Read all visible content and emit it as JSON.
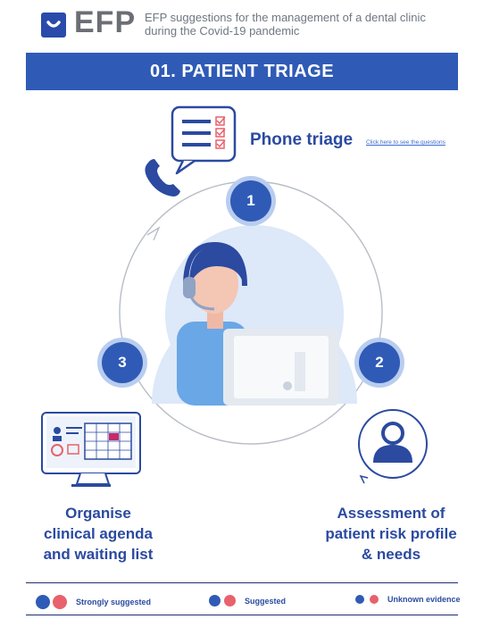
{
  "header": {
    "logo_text": "EFP",
    "subtitle_line1": "EFP suggestions for the management of a dental clinic",
    "subtitle_line2": "during the Covid-19 pandemic"
  },
  "section": {
    "title": "01. PATIENT TRIAGE"
  },
  "steps": [
    {
      "number": "1",
      "title": "Phone triage",
      "link_text": "Click here to see the questions"
    },
    {
      "number": "2",
      "title_lines": [
        "Assessment of",
        "patient risk profile",
        "& needs"
      ]
    },
    {
      "number": "3",
      "title_lines": [
        "Organise",
        "clinical agenda",
        "and waiting list"
      ]
    }
  ],
  "legend": [
    {
      "label": "Strongly suggested",
      "dark_color": "#2f5bb6",
      "red_color": "#e8616c"
    },
    {
      "label": "Suggested",
      "dark_color": "#2f5bb6",
      "red_color": "#e8616c"
    },
    {
      "label": "Unknown evidence",
      "dark_color": "#2f5bb6",
      "red_color": "#e8616c"
    }
  ],
  "colors": {
    "brand_blue": "#2f5bb6",
    "accent_red": "#e8616c",
    "light_blue": "#b9cdef"
  }
}
